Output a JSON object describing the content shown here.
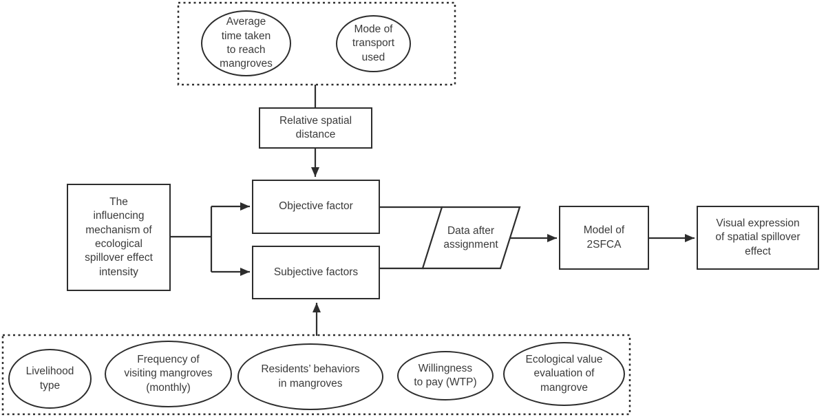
{
  "diagram": {
    "title": "Flowchart of ecological spillover effect analysis using 2SFCA",
    "colors": {
      "line": "#2d2d2d",
      "text": "#3a3a3a",
      "background": "#ffffff"
    },
    "top_group": {
      "ellipses": [
        {
          "label": "Average\ntime taken\nto reach\nmangroves"
        },
        {
          "label": "Mode of\ntransport\nused"
        }
      ]
    },
    "nodes": {
      "relative_spatial_distance": {
        "label": "Relative spatial\ndistance"
      },
      "influencing_mechanism": {
        "label": "The\ninfluencing\nmechanism of\necological\nspillover effect\nintensity"
      },
      "objective_factor": {
        "label": "Objective factor"
      },
      "subjective_factors": {
        "label": "Subjective factors"
      },
      "data_after_assignment": {
        "label": "Data after\nassignment"
      },
      "model_2sfca": {
        "label": "Model of\n2SFCA"
      },
      "visual_expression": {
        "label": "Visual expression\nof spatial spillover\neffect"
      }
    },
    "bottom_group": {
      "ellipses": [
        {
          "label": "Livelihood\ntype"
        },
        {
          "label": "Frequency of\nvisiting mangroves\n(monthly)"
        },
        {
          "label": "Residents’ behaviors\nin mangroves"
        },
        {
          "label": "Willingness\nto pay (WTP)"
        },
        {
          "label": "Ecological value\nevaluation of\nmangrove"
        }
      ]
    }
  }
}
